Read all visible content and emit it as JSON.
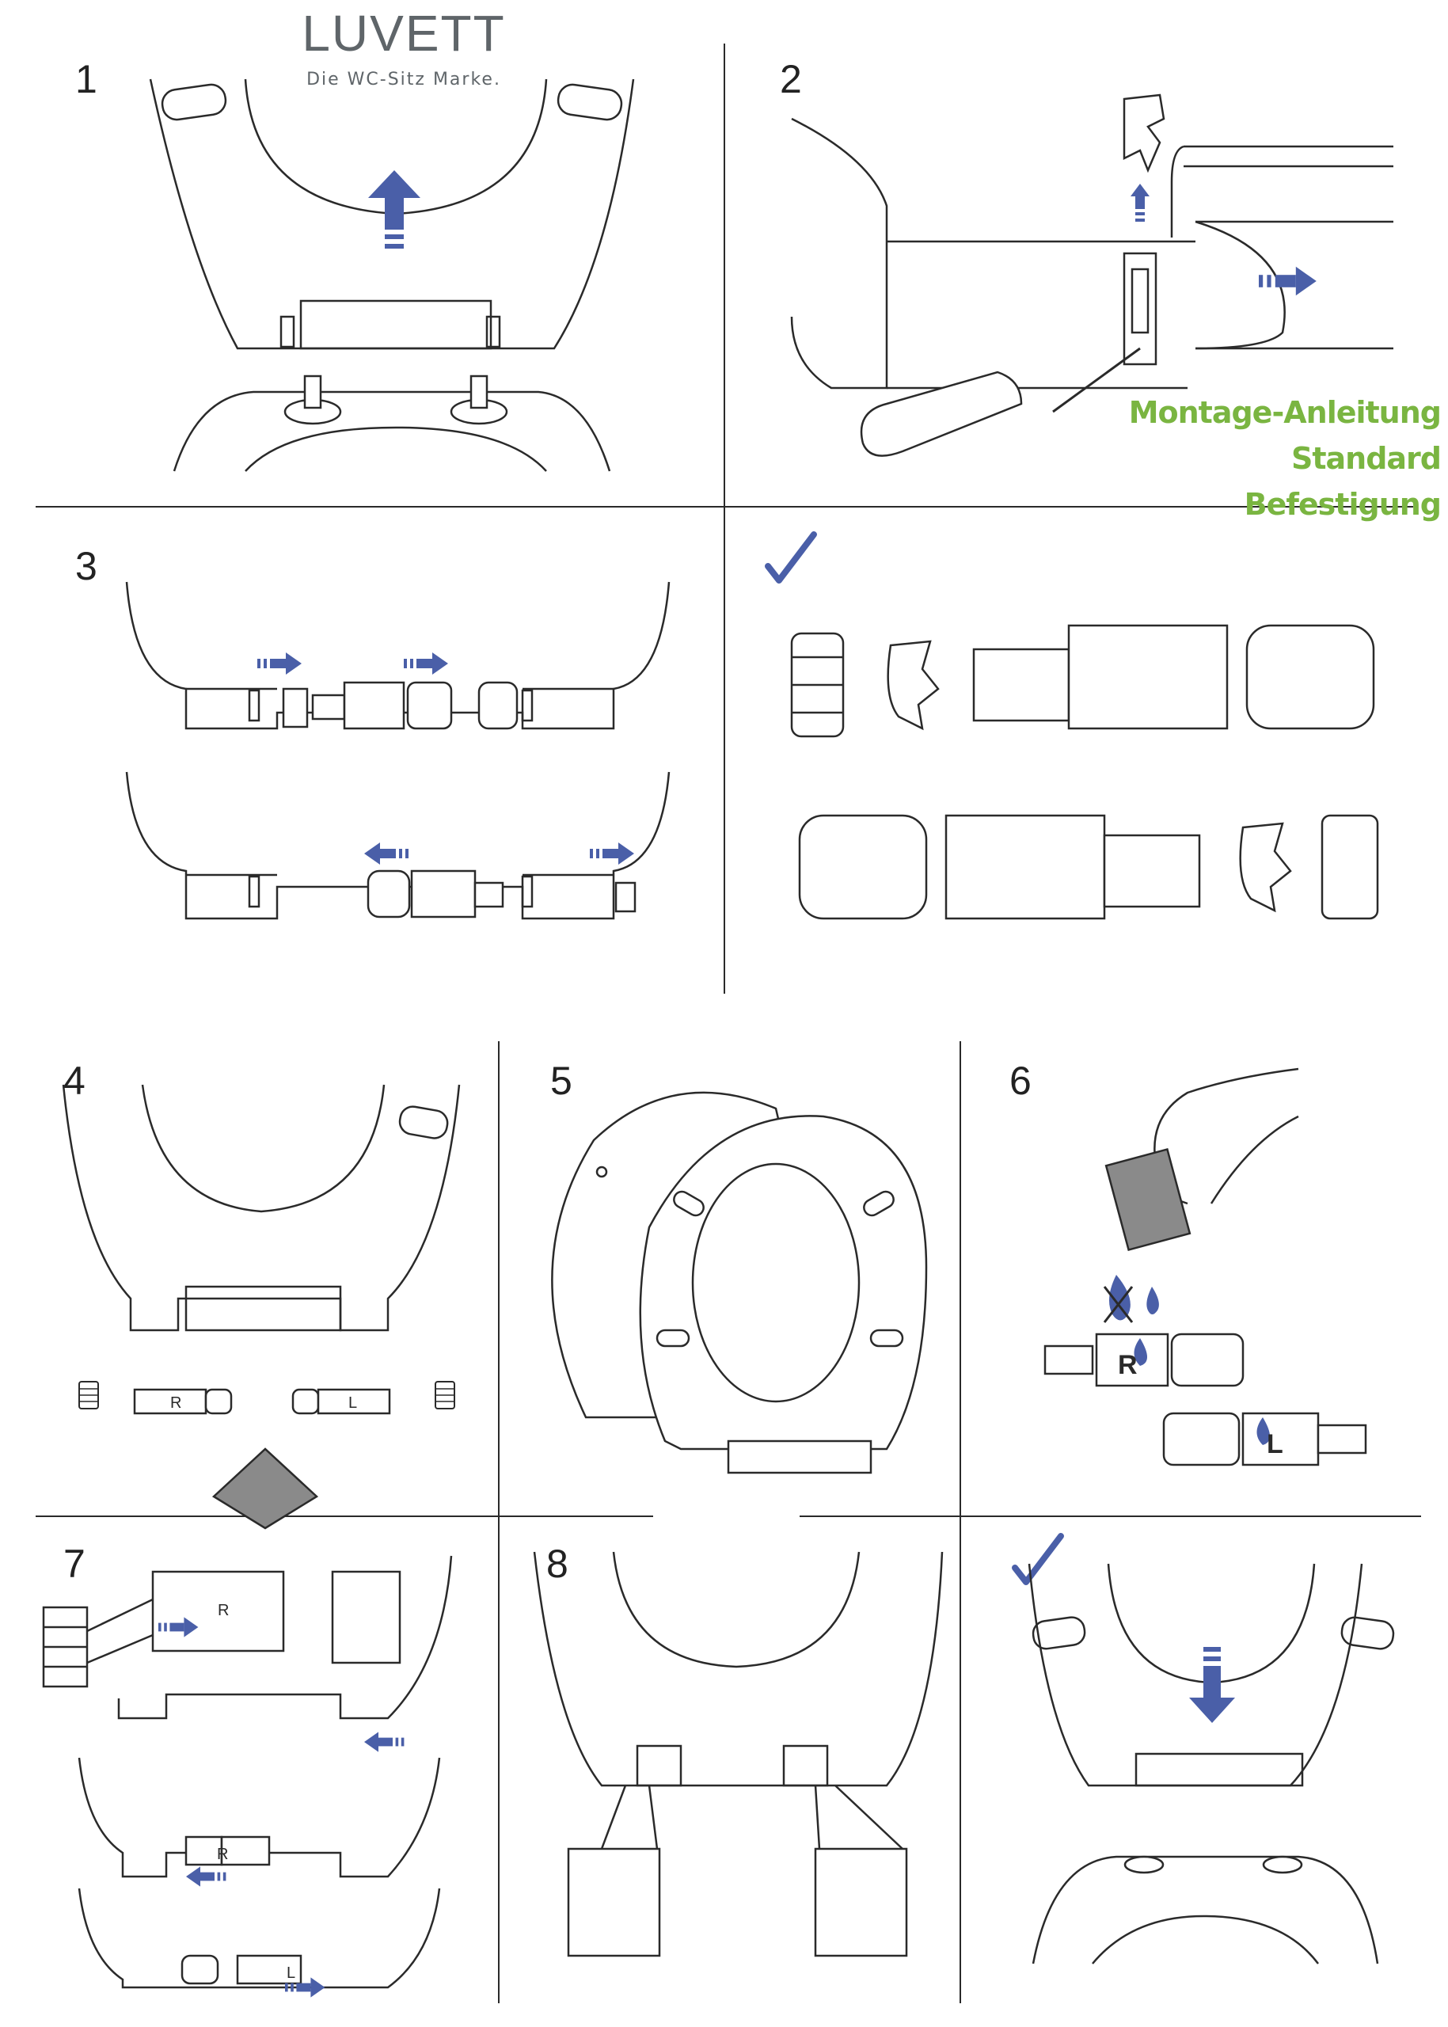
{
  "brand": {
    "name": "LUVETT",
    "tagline": "Die WC-Sitz Marke."
  },
  "title": {
    "line1": "Montage-Anleitung",
    "line2": "Standard Befestigung"
  },
  "steps": [
    "1",
    "2",
    "3",
    "4",
    "5",
    "6",
    "7",
    "8"
  ],
  "part_labels": {
    "right": "R",
    "left": "L"
  },
  "colors": {
    "accent_blue": "#4a5fa8",
    "brand_green": "#7ab541",
    "line": "#2a2a2a",
    "shade": "#8a8a8a"
  }
}
